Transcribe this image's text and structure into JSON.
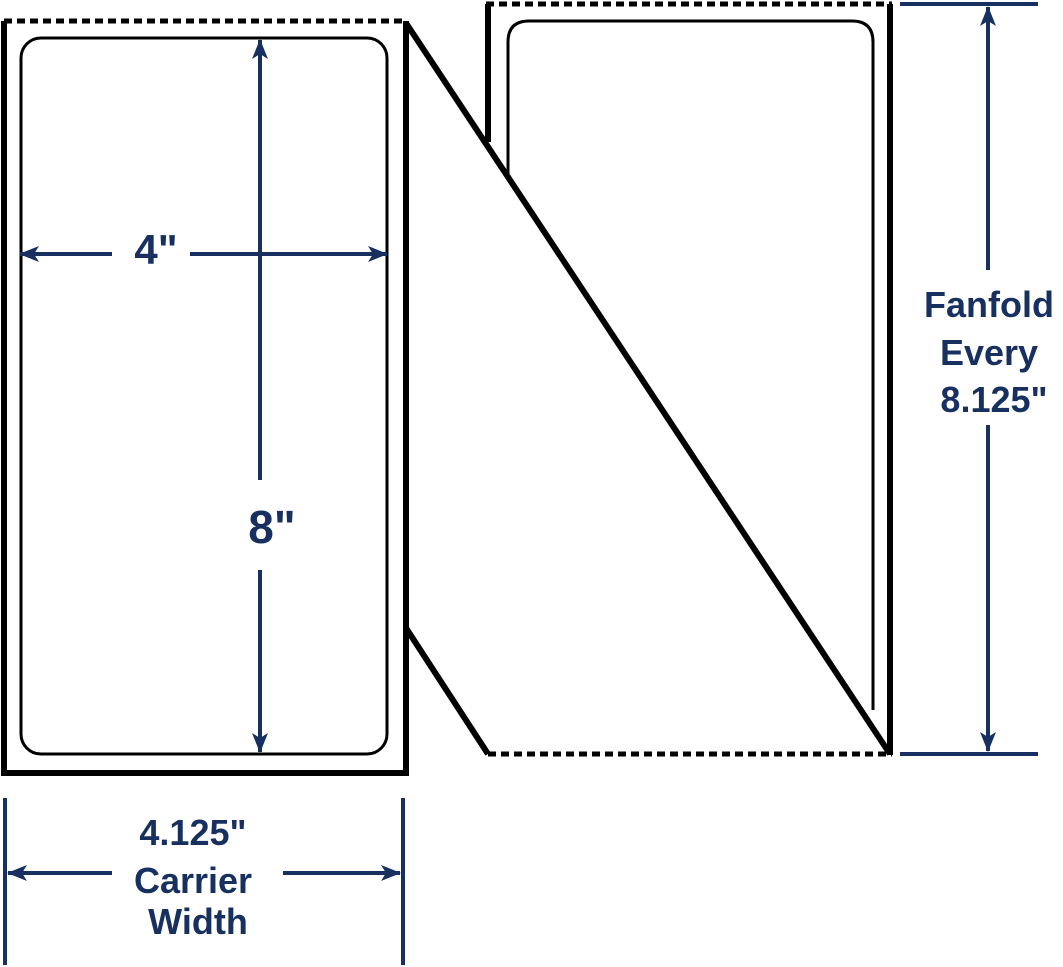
{
  "colors": {
    "dimension": "#17305f",
    "outline": "#000000",
    "paper": "#ffffff"
  },
  "labels": {
    "label_width": "4\"",
    "label_height": "8\"",
    "carrier_width": [
      "4.125\"",
      "Carrier",
      "Width"
    ],
    "fanfold": [
      "Fanfold",
      "Every",
      "8.125\""
    ]
  }
}
